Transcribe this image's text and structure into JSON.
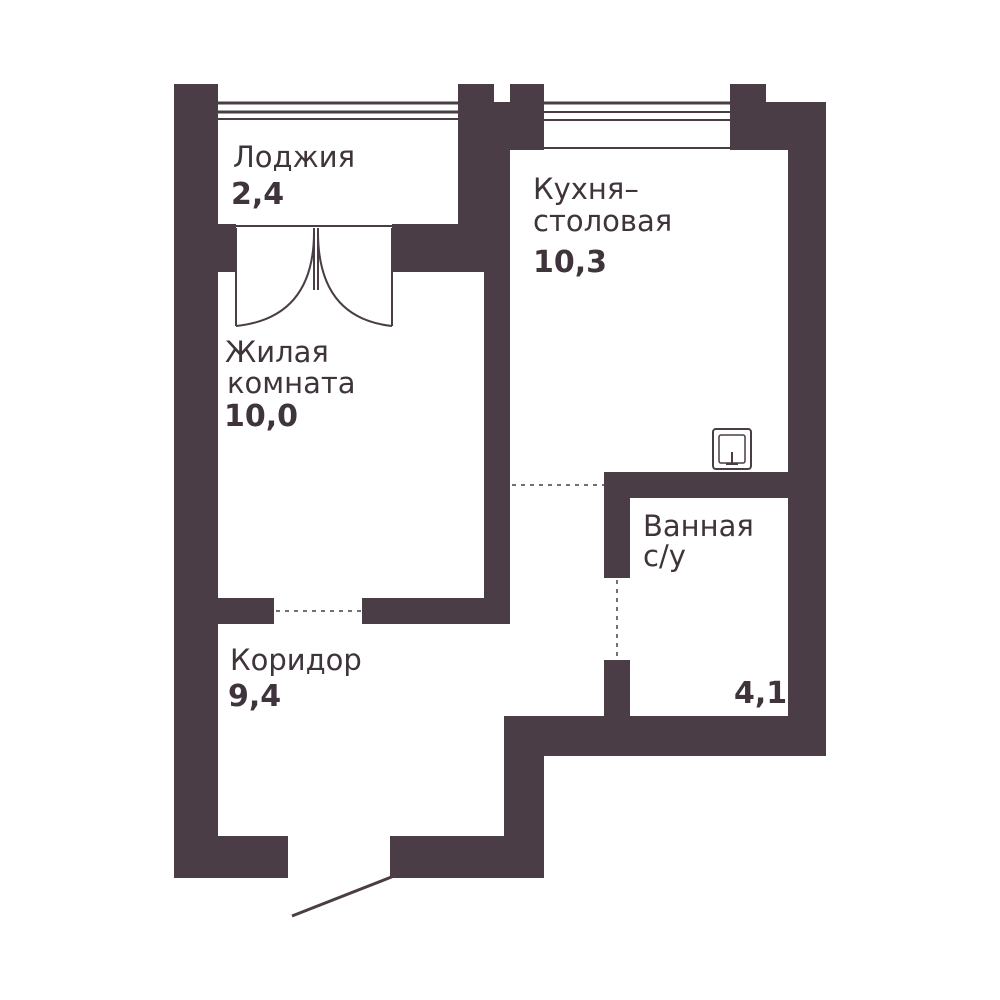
{
  "colors": {
    "wall": "#4a3d46",
    "text": "#3f343c",
    "background": "#ffffff"
  },
  "rooms": {
    "loggia": {
      "name": "Лоджия",
      "area": "2,4"
    },
    "kitchen": {
      "name_line1": "Кухня–",
      "name_line2": "столовая",
      "area": "10,3"
    },
    "living": {
      "name_line1": "Жилая",
      "name_line2": "комната",
      "area": "10,0"
    },
    "bathroom": {
      "name_line1": "Ванная",
      "name_line2": "с/у",
      "area": "4,1"
    },
    "corridor": {
      "name": "Коридор",
      "area": "9,4"
    }
  },
  "icons": {
    "sink": "sink-icon"
  }
}
